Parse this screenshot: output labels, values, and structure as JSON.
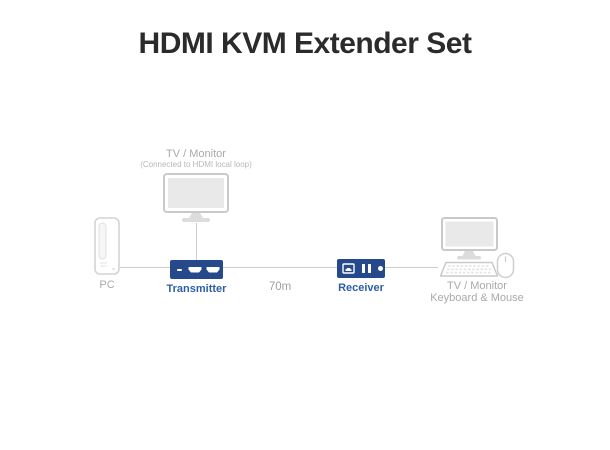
{
  "title": "HDMI KVM Extender Set",
  "colors": {
    "box_navy": "#26498c",
    "label_blue": "#2e5ea9",
    "line_gray": "#cdcdcd",
    "outline_gray": "#c9c9c9",
    "text_gray": "#a9a9a9",
    "screen_gray": "#e9e9e9",
    "title_dark": "#2b2b2b"
  },
  "diagram": {
    "local_monitor": {
      "label": "TV / Monitor",
      "sublabel": "(Connected to HDMI local loop)"
    },
    "pc": {
      "label": "PC"
    },
    "transmitter": {
      "label": "Transmitter"
    },
    "link": {
      "distance": "70m"
    },
    "receiver": {
      "label": "Receiver"
    },
    "remote_setup": {
      "label_line1": "TV / Monitor",
      "label_line2": "Keyboard & Mouse"
    }
  }
}
